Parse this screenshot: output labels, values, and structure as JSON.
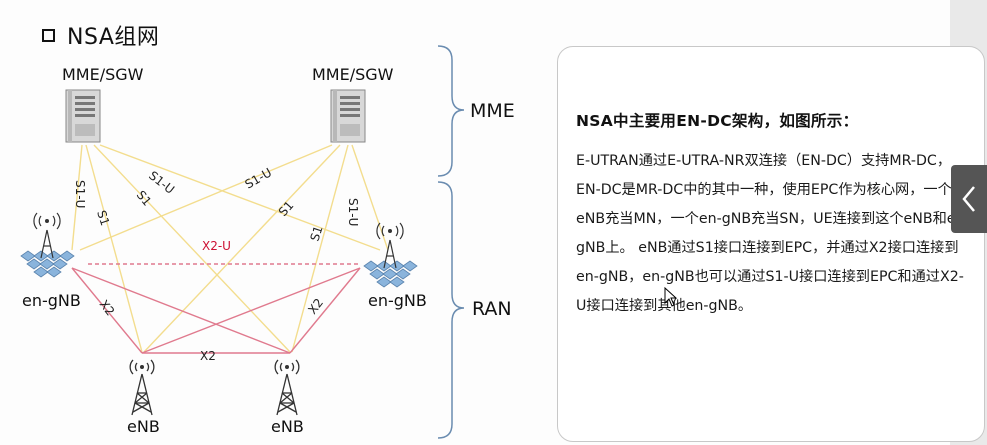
{
  "title": "NSA组网",
  "labels": {
    "mme_left": "MME/SGW",
    "mme_right": "MME/SGW",
    "enb_left": "eNB",
    "enb_right": "eNB",
    "engnb_left": "en-gNB",
    "engnb_right": "en-gNB",
    "brace_top": "MME",
    "brace_bottom": "RAN"
  },
  "links": {
    "s1u_a": "S1-U",
    "s1_a": "S1",
    "s1u_b": "S1-U",
    "s1_b": "S1",
    "s1u_c": "S1-U",
    "s1_c": "S1",
    "s1u_d": "S1-U",
    "s1_d": "S1",
    "x2u": "X2-U",
    "x2_left": "X2",
    "x2_right": "X2",
    "x2_bottom": "X2"
  },
  "info": {
    "heading": "NSA中主要用EN-DC架构，如图所示：",
    "body": "E-UTRAN通过E-UTRA-NR双连接（EN-DC）支持MR-DC，EN-DC是MR-DC中的其中一种，使用EPC作为核心网，一个eNB充当MN，一个en-gNB充当SN，UE连接到这个eNB和en-gNB上。 eNB通过S1接口连接到EPC，并通过X2接口连接到en-gNB，en-gNB也可以通过S1-U接口连接到EPC和通过X2-U接口连接到其他en-gNB。"
  },
  "colors": {
    "s1_line": "#f3dd8e",
    "x2_line": "#e07a8e",
    "x2u_text": "#cc1133",
    "brace": "#6a8cb0",
    "cell_blue": "#8ab4dc"
  }
}
